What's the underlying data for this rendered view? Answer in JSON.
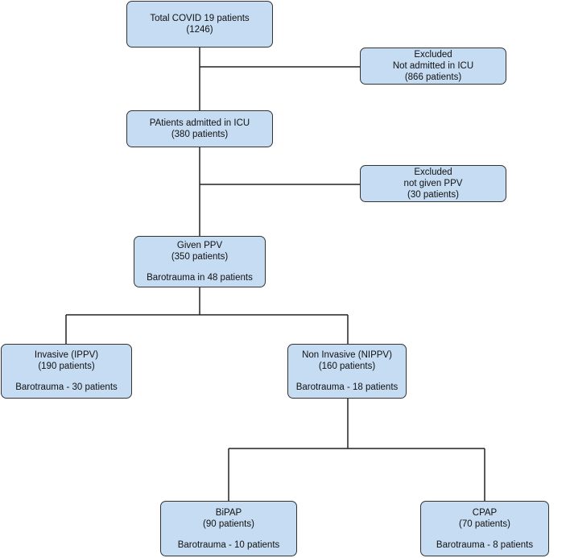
{
  "nodes": {
    "total": {
      "line1": "Total COVID 19 patients",
      "line2": "(1246)"
    },
    "excluded_icu": {
      "line1": "Excluded",
      "line2": "Not admitted in ICU",
      "line3": "(866 patients)"
    },
    "icu": {
      "line1": "PAtients admitted in ICU",
      "line2": "(380 patients)"
    },
    "excluded_ppv": {
      "line1": "Excluded",
      "line2": "not given PPV",
      "line3": "(30 patients)"
    },
    "given_ppv": {
      "line1": "Given PPV",
      "line2": "(350 patients)",
      "line3": "Barotrauma in 48 patients"
    },
    "invasive": {
      "line1": "Invasive (IPPV)",
      "line2": "(190 patients)",
      "line3": "Barotrauma - 30 patients"
    },
    "non_invasive": {
      "line1": "Non Invasive (NIPPV)",
      "line2": "(160 patients)",
      "line3": "Barotrauma - 18 patients"
    },
    "bipap": {
      "line1": "BiPAP",
      "line2": "(90 patients)",
      "line3": "Barotrauma - 10 patients"
    },
    "cpap": {
      "line1": "CPAP",
      "line2": "(70 patients)",
      "line3": "Barotrauma - 8 patients"
    }
  },
  "colors": {
    "box_fill": "#c6dcf2",
    "box_border": "#333333",
    "connector": "#222222"
  }
}
